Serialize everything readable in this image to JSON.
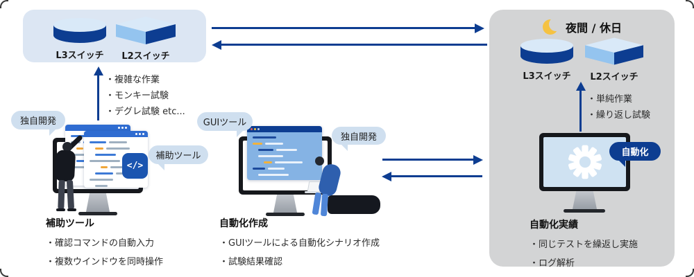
{
  "colors": {
    "navy": "#0d3d91",
    "panel_blue": "#dce6f3",
    "panel_gray": "#d3d4d5",
    "bubble_blue": "#cfdfef",
    "screen_blue": "#cfe2f2",
    "moon_yellow": "#f5c242"
  },
  "icons": {
    "moon": "crescent-moon",
    "gear": "gear",
    "l3_switch": "cylinder",
    "l2_switch": "flat-box",
    "code": "code-brackets"
  },
  "left_panel": {
    "l3_label": "L3スイッチ",
    "l2_label": "L2スイッチ"
  },
  "manual_tasks": [
    "・複雑な作業",
    "・モンキー試験",
    "・デグレ試験 etc..."
  ],
  "bubbles": {
    "left_dev": "独自開発",
    "assist": "補助ツール",
    "gui": "GUIツール",
    "mid_dev": "独自開発",
    "automation": "自動化"
  },
  "code_badge": "</>",
  "assist_section": {
    "title": "補助ツール",
    "items": [
      "・確認コマンドの自動入力",
      "・複数ウインドウを同時操作"
    ]
  },
  "creation_section": {
    "title": "自動化作成",
    "items": [
      "・GUIツールによる自動化シナリオ作成",
      "・試験結果確認"
    ]
  },
  "night_panel": {
    "title": "夜間 / 休日",
    "l3_label": "L3スイッチ",
    "l2_label": "L2スイッチ",
    "auto_tasks": [
      "・単純作業",
      "・繰り返し試験"
    ],
    "results": {
      "title": "自動化実績",
      "items": [
        "・同じテストを繰返し実施",
        "・ログ解析"
      ]
    }
  }
}
